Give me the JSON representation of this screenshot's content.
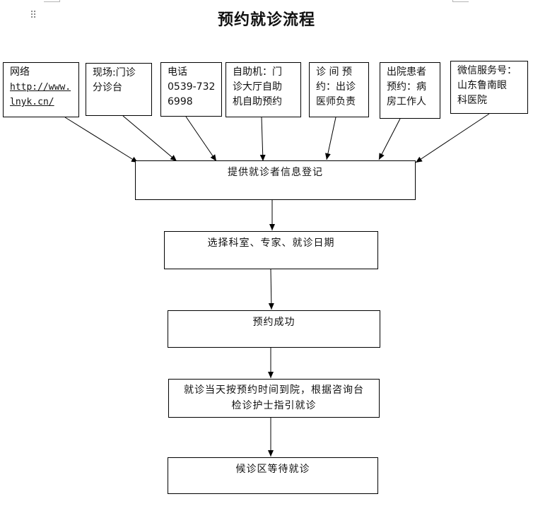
{
  "title": "预约就诊流程",
  "sources": [
    {
      "lines": [
        "网络"
      ],
      "url_lines": [
        "http://www.",
        "lnyk.cn/"
      ]
    },
    {
      "lines": [
        "现场:门诊",
        "分诊台"
      ]
    },
    {
      "lines": [
        "电话",
        "0539-732",
        "6998"
      ]
    },
    {
      "lines": [
        "自助机：门",
        "诊大厅自助",
        "机自助预约"
      ]
    },
    {
      "lines": [
        "诊 间 预",
        "约：出诊",
        "医师负责"
      ]
    },
    {
      "lines": [
        "出院患者",
        "预约：病",
        "房工作人"
      ]
    },
    {
      "lines": [
        "微信服务号：",
        "山东鲁南眼",
        "科医院"
      ]
    }
  ],
  "steps": [
    {
      "label": "提供就诊者信息登记"
    },
    {
      "label": "选择科室、专家、就诊日期"
    },
    {
      "label": "预约成功"
    },
    {
      "label": "就诊当天按预约时间到院，根据咨询台",
      "label2": "检诊护士指引就诊"
    },
    {
      "label": "候诊区等待就诊"
    }
  ]
}
